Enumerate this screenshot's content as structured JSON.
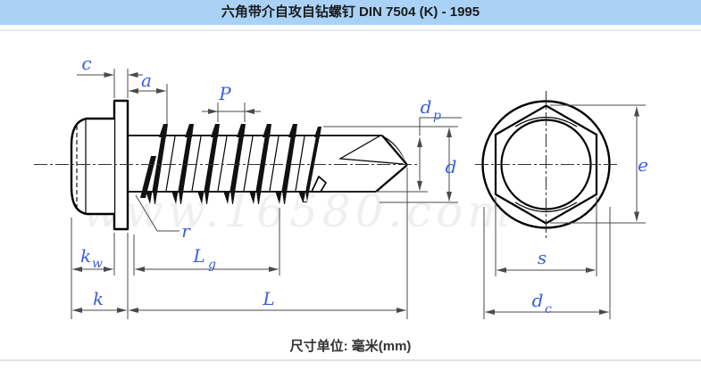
{
  "header": {
    "title": "六角带介自攻自钻螺钉 DIN 7504 (K) - 1995",
    "background": "#A9D2F6"
  },
  "drawing": {
    "watermark": "www.16580.com",
    "label_color": "#3A5FDB",
    "line_color": "#4a4a4a",
    "labels": {
      "c": "c",
      "a": "a",
      "pitch": "P",
      "dp": {
        "main": "d",
        "sub": "p"
      },
      "d": "d",
      "r": "r",
      "kw": {
        "main": "k",
        "sub": "w"
      },
      "lg": {
        "main": "L",
        "sub": "g"
      },
      "k": "k",
      "l": "L",
      "e": "e",
      "s": "s",
      "dc": {
        "main": "d",
        "sub": "c"
      }
    }
  },
  "footer": {
    "unit_note": "尺寸单位: 毫米(mm)"
  }
}
